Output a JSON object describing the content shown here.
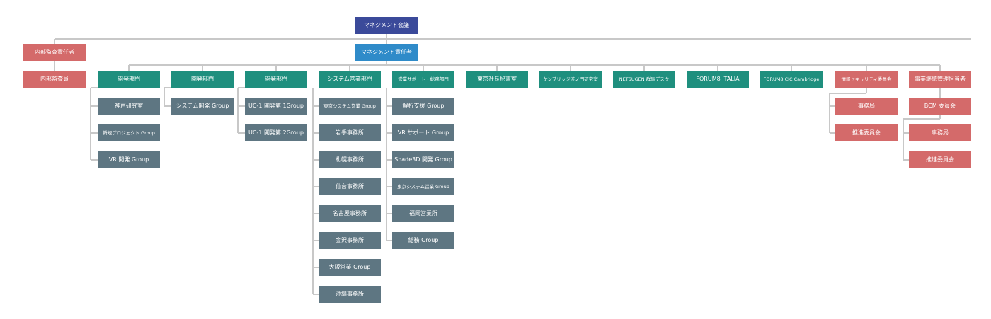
{
  "org_chart": {
    "top": "マネジメント会議",
    "manager": "マネジメント責任者",
    "audit": {
      "head": "内部監査責任者",
      "member": "内部監査員"
    },
    "departments": [
      {
        "title": "開発部門",
        "groups": [
          "神戸研究室",
          "新規プロジェクト Group",
          "VR 開発 Group"
        ]
      },
      {
        "title": "開発部門",
        "groups": [
          "システム開発 Group"
        ]
      },
      {
        "title": "開発部門",
        "groups": [
          "UC-1 開発第 1Group",
          "UC-1 開発第 2Group"
        ]
      },
      {
        "title": "システム営業部門",
        "groups": [
          "東京システム営業 Group",
          "岩手事務所",
          "札幌事務所",
          "仙台事務所",
          "名古屋事務所",
          "金沢事務所",
          "大阪営業 Group",
          "沖縄事務所"
        ]
      },
      {
        "title": "営業サポート・総務部門",
        "groups": [
          "解析支援 Group",
          "VR サポート Group",
          "Shade3D 開発 Group",
          "東京システム営業 Group",
          "福岡営業所",
          "総務 Group"
        ]
      },
      {
        "title": "東京社長秘書室",
        "groups": []
      },
      {
        "title": "ケンブリッジ渋ノ門研究室",
        "groups": []
      },
      {
        "title": "NETSUGEN 群馬デスク",
        "groups": []
      },
      {
        "title": "FORUM8 ITALIA",
        "groups": []
      },
      {
        "title": "FORUM8 CIC Cambridge",
        "groups": []
      },
      {
        "title": "情報セキュリティ委員会",
        "groups": [
          "事務局",
          "推進委員会"
        ]
      },
      {
        "title": "事業継続管理担当者",
        "groups": [
          "BCM 委員会",
          "事務局",
          "推進委員会"
        ]
      }
    ]
  },
  "colors": {
    "management": "#3b4a9a",
    "manager": "#2f8bc9",
    "audit_committee": "#d46a6a",
    "department": "#1f8f7e",
    "group": "#5e7682",
    "connector": "#c8c8c8"
  }
}
